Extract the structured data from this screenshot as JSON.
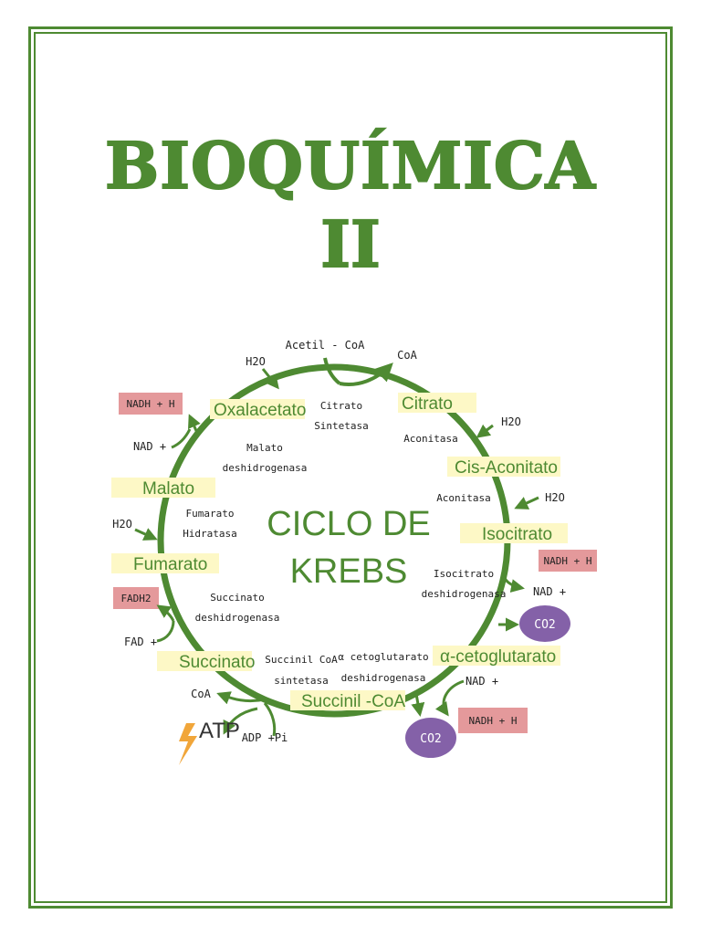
{
  "title": {
    "line1": "BIOQUÍMICA",
    "line2": "II"
  },
  "colors": {
    "green": "#4e8a32",
    "yellow": "#fdf8c6",
    "pink": "#e4999b",
    "purple": "#8461a8",
    "orange": "#f1a63a"
  },
  "diagram": {
    "center": {
      "line1": "CICLO DE",
      "line2": "KREBS"
    },
    "intermediates": {
      "citrato": "Citrato",
      "cis_aconitato": "Cis-Aconitato",
      "isocitrato": "Isocitrato",
      "alfa_ceto": "α-cetoglutarato",
      "succinil": "Succinil -CoA",
      "succinato": "Succinato",
      "fumarato": "Fumarato",
      "malato": "Malato",
      "oxalacetato": "Oxalacetato"
    },
    "enzymes": {
      "citrato_sintetasa_1": "Citrato",
      "citrato_sintetasa_2": "Sintetasa",
      "aconitasa_1": "Aconitasa",
      "aconitasa_2": "Aconitasa",
      "isocitrato_deh_1": "Isocitrato",
      "isocitrato_deh_2": "deshidrogenasa",
      "alfa_deh_1": "α cetoglutarato",
      "alfa_deh_2": "deshidrogenasa",
      "succinil_sint_1": "Succinil CoA",
      "succinil_sint_2": "sintetasa",
      "succinato_deh_1": "Succinato",
      "succinato_deh_2": "deshidrogenasa",
      "fumarato_hid_1": "Fumarato",
      "fumarato_hid_2": "Hidratasa",
      "malato_deh_1": "Malato",
      "malato_deh_2": "deshidrogenasa"
    },
    "molecules": {
      "acetil_coa": "Acetil - CoA",
      "coa_top": "CoA",
      "h2o_top": "H2O",
      "h2o_citrato": "H2O",
      "h2o_aconitato": "H2O",
      "nadh_iso": "NADH + H",
      "nad_iso": "NAD +",
      "co2_iso": "CO2",
      "nad_alfa": "NAD +",
      "nadh_alfa": "NADH + H",
      "co2_alfa": "CO2",
      "coa_succ": "CoA",
      "atp": "ATP",
      "adp": "ADP +Pi",
      "fad": "FAD +",
      "fadh2": "FADH2",
      "h2o_fum": "H2O",
      "nad_mal": "NAD +",
      "nadh_mal": "NADH + H"
    }
  }
}
